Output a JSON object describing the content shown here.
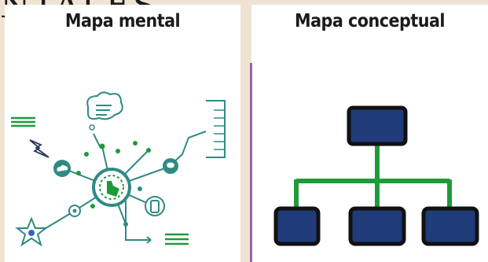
{
  "background_text": "NTALES",
  "left_panel": {
    "title": "Mapa mental"
  },
  "right_panel": {
    "title": "Mapa conceptual"
  },
  "colors": {
    "teal": "#2f8a82",
    "green": "#1f9a3a",
    "navy": "#203b7a",
    "divider": "#9a63a8"
  },
  "icons": [
    "lightning-icon",
    "cloud-icon",
    "speech-bubble-icon",
    "chat-icon",
    "touch-hand-icon",
    "phone-icon",
    "star-icon",
    "target-icon",
    "list-icon"
  ]
}
